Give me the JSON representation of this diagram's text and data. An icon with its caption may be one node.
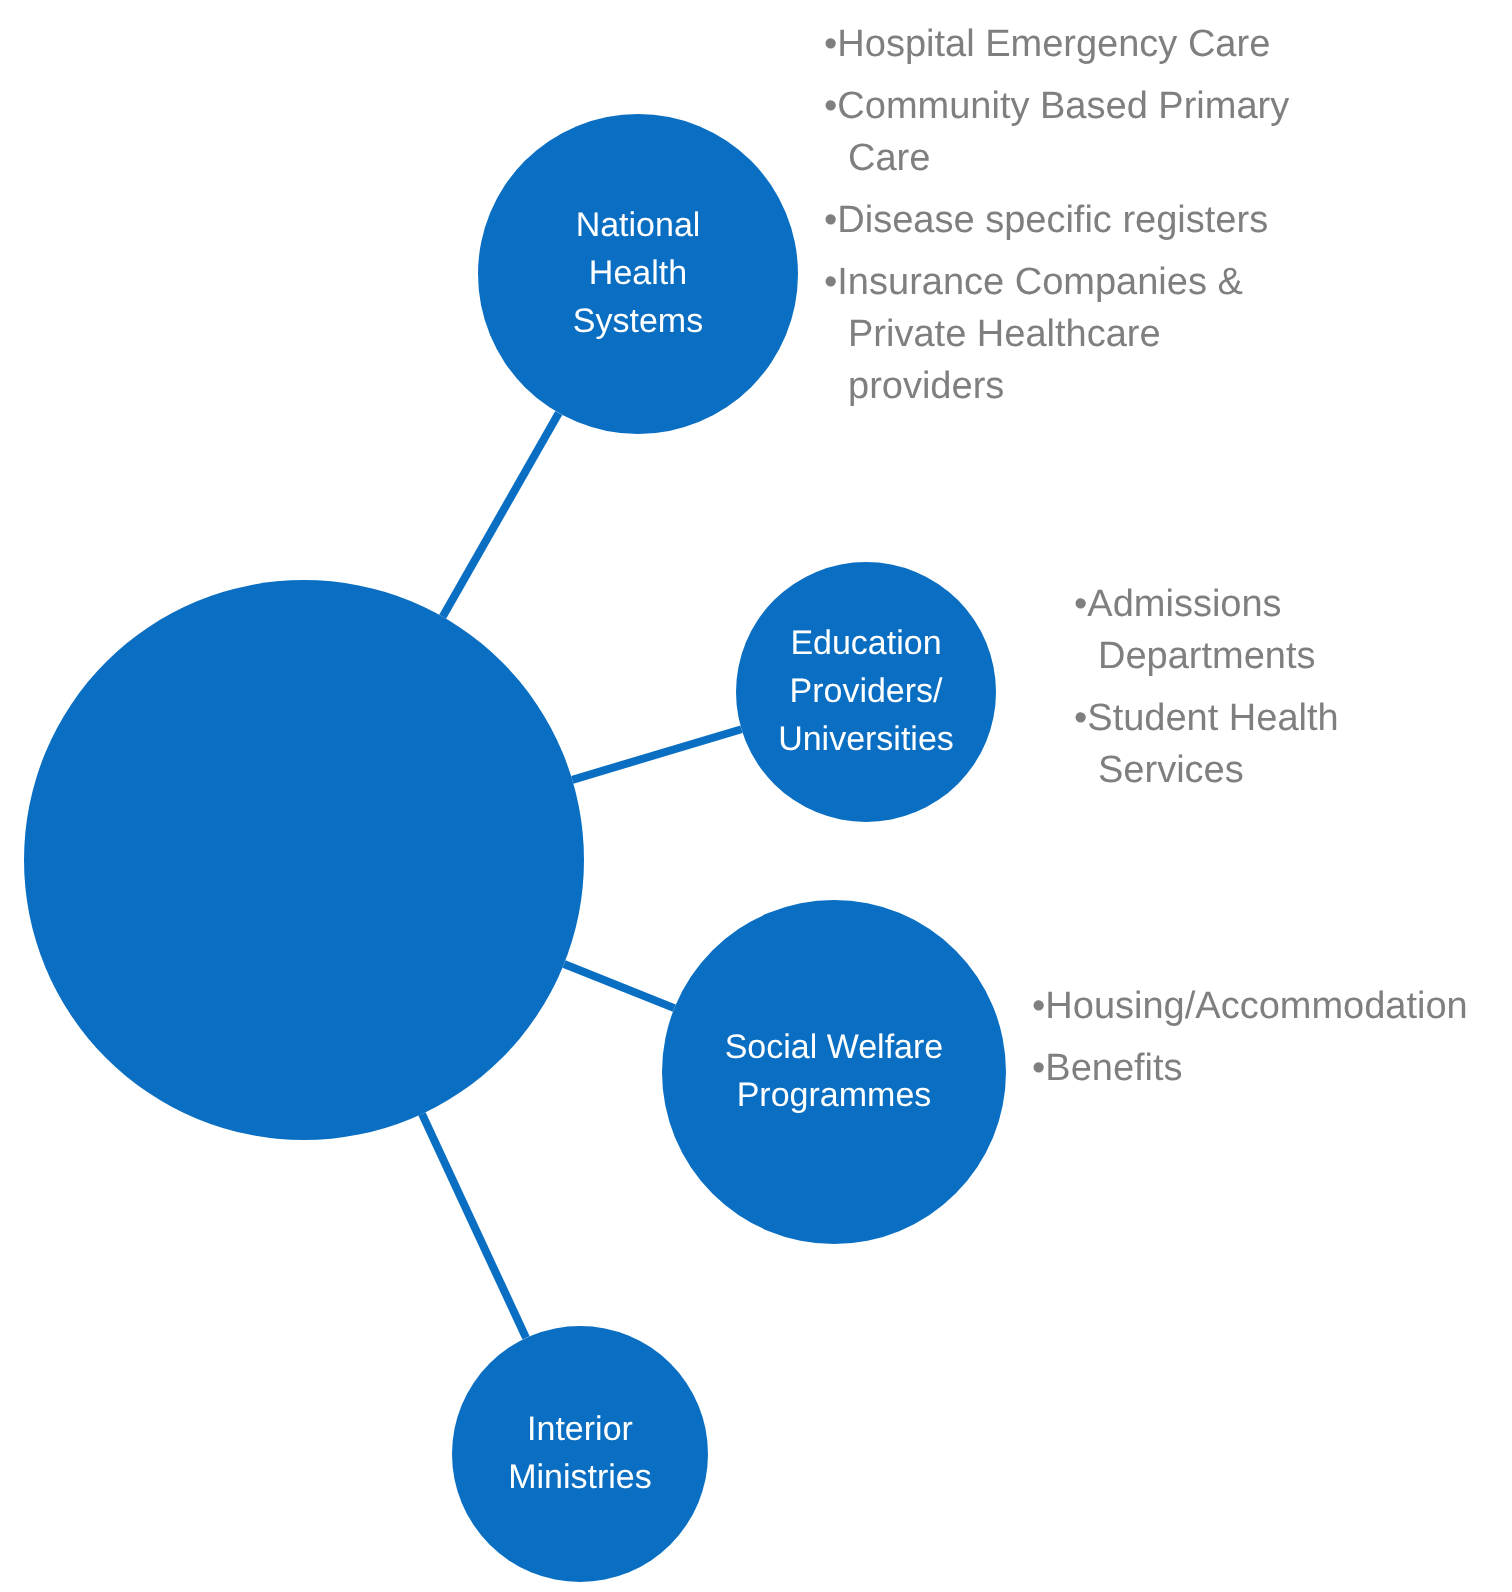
{
  "diagram": {
    "nodes": [
      {
        "text": [],
        "shape": "circle"
      },
      {
        "text": [
          "National Health Systems"
        ],
        "beside": [
          "•Hospital Emergency Care",
          "•Community Based Primary Care",
          "•Disease specific registers",
          "•Insurance Companies & Private Healthcare providers"
        ]
      },
      {
        "text": [
          "Education Providers/ Universities"
        ],
        "beside": [
          "•Admissions Departments",
          "•Student Health Services"
        ]
      },
      {
        "text": [
          "Social Welfare Programmes"
        ],
        "beside": [
          "•Housing/Accommodation",
          "•Benefits"
        ]
      },
      {
        "text": [
          "Interior Ministries"
        ]
      }
    ],
    "edges": [
      {
        "from": 0,
        "to": 1,
        "arrow": "none"
      },
      {
        "from": 0,
        "to": 2,
        "arrow": "none"
      },
      {
        "from": 0,
        "to": 3,
        "arrow": "none"
      },
      {
        "from": 0,
        "to": 4,
        "arrow": "none"
      }
    ]
  }
}
